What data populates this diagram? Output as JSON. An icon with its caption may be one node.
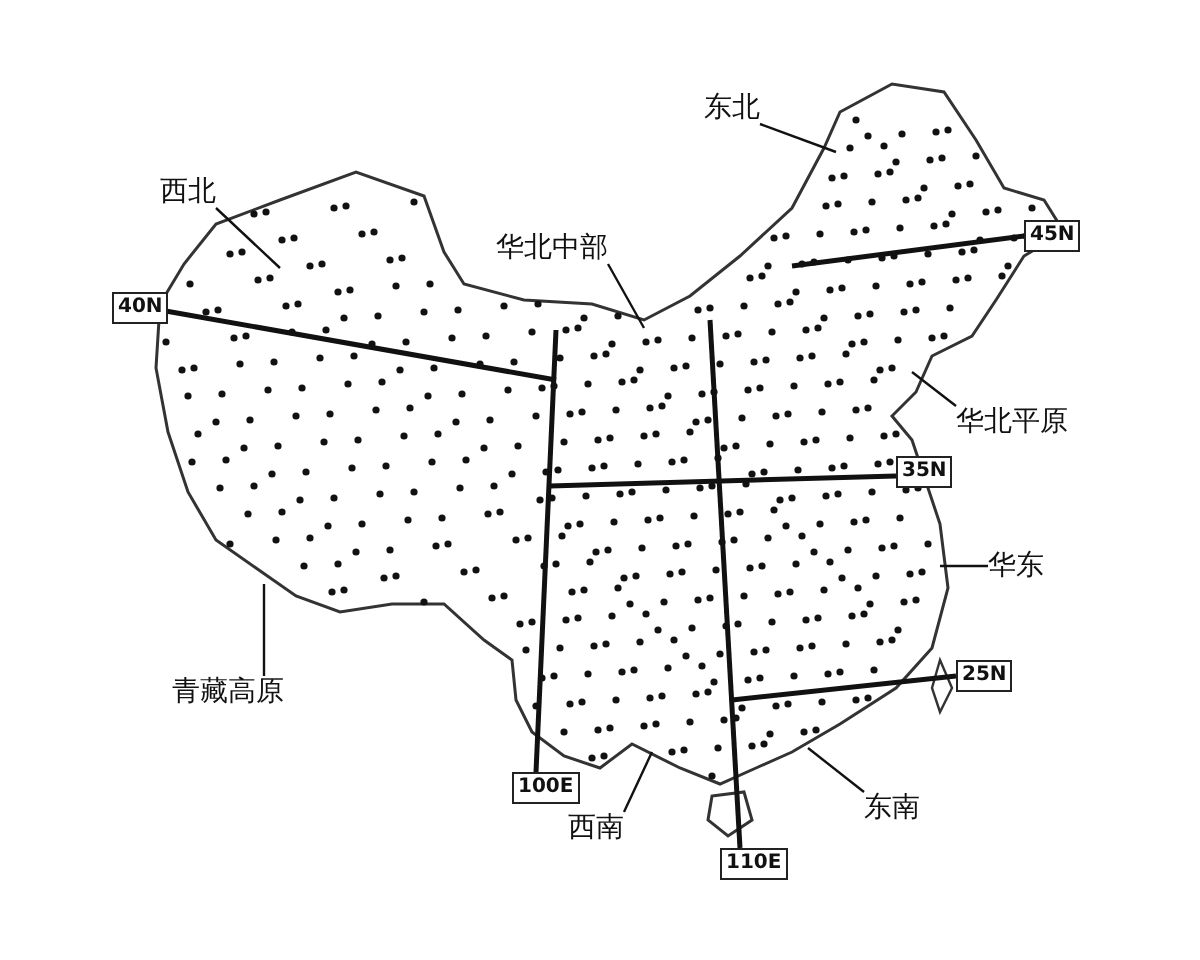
{
  "diagram": {
    "nodes": [
      {
        "text": [
          "东北"
        ]
      },
      {
        "text": [
          "西北"
        ]
      },
      {
        "text": [
          "华北中部"
        ]
      },
      {
        "text": [
          "45N"
        ]
      },
      {
        "text": [
          "40N"
        ]
      },
      {
        "text": [
          "华北平原"
        ]
      },
      {
        "text": [
          "35N"
        ]
      },
      {
        "text": [
          "华东"
        ]
      },
      {
        "text": [
          "25N"
        ]
      },
      {
        "text": [
          "青藏高原"
        ]
      },
      {
        "text": [
          "100E"
        ]
      },
      {
        "text": [
          "西南"
        ]
      },
      {
        "text": [
          "东南"
        ]
      },
      {
        "text": [
          "110E"
        ]
      }
    ],
    "edges": [
      {
        "from": 0,
        "to": null,
        "arrow": "none"
      },
      {
        "from": 1,
        "to": null,
        "arrow": "none"
      },
      {
        "from": 2,
        "to": null,
        "arrow": "none"
      },
      {
        "from": 5,
        "to": null,
        "arrow": "none"
      },
      {
        "from": 7,
        "to": null,
        "arrow": "none"
      },
      {
        "from": 9,
        "to": null,
        "arrow": "none"
      },
      {
        "from": 11,
        "to": null,
        "arrow": "none"
      },
      {
        "from": 12,
        "to": null,
        "arrow": "none"
      }
    ]
  }
}
